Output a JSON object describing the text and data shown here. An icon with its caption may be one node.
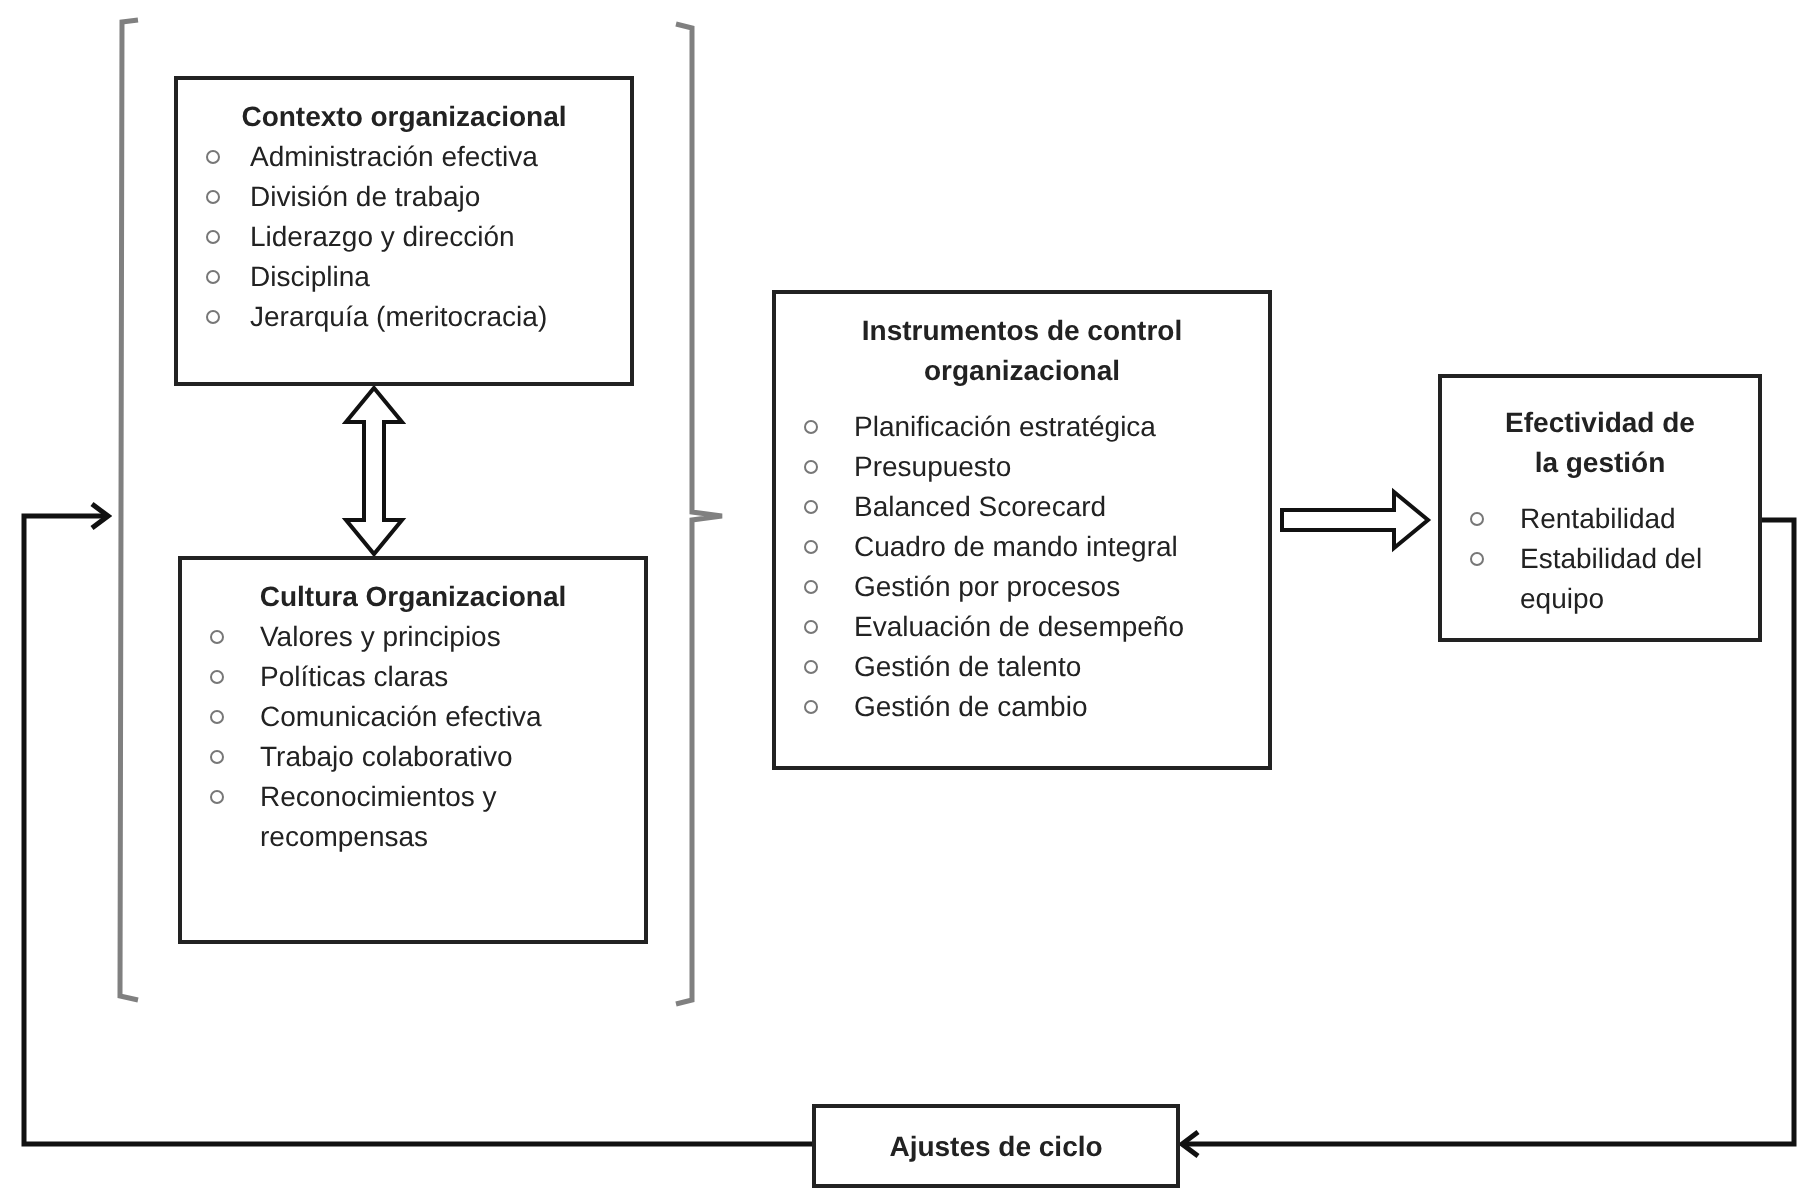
{
  "diagram": {
    "nodes": [
      {
        "text": [],
        "shape": "bracket"
      },
      {
        "text": [
          "Contexto organizacional",
          "Administración efectiva",
          "División de trabajo",
          "Liderazgo y dirección",
          "Disciplina",
          "Jerarquía (meritocracia)"
        ],
        "in": 0
      },
      {
        "text": [
          "Cultura Organizacional",
          "Valores y principios",
          "Políticas claras",
          "Comunicación efectiva",
          "Trabajo colaborativo",
          "Reconocimientos y recompensas"
        ],
        "in": 0
      },
      {
        "text": [
          "Instrumentos de control organizacional",
          "Planificación estratégica",
          "Presupuesto",
          "Balanced Scorecard",
          "Cuadro de mando integral",
          "Gestión por procesos",
          "Evaluación de desempeño",
          "Gestión de talento",
          "Gestión de cambio"
        ]
      },
      {
        "text": [
          "Efectividad de la gestión",
          "Rentabilidad",
          "Estabilidad del equipo"
        ]
      },
      {
        "text": [
          "Ajustes de ciclo"
        ]
      }
    ],
    "edges": [
      {
        "from": 1,
        "to": 2,
        "arrow": "both",
        "style": "thick"
      },
      {
        "from": 3,
        "to": 4,
        "arrow": "to",
        "style": "thick"
      },
      {
        "from": 4,
        "to": 5,
        "arrow": "to"
      },
      {
        "from": 5,
        "to": 0,
        "arrow": "to"
      }
    ]
  }
}
